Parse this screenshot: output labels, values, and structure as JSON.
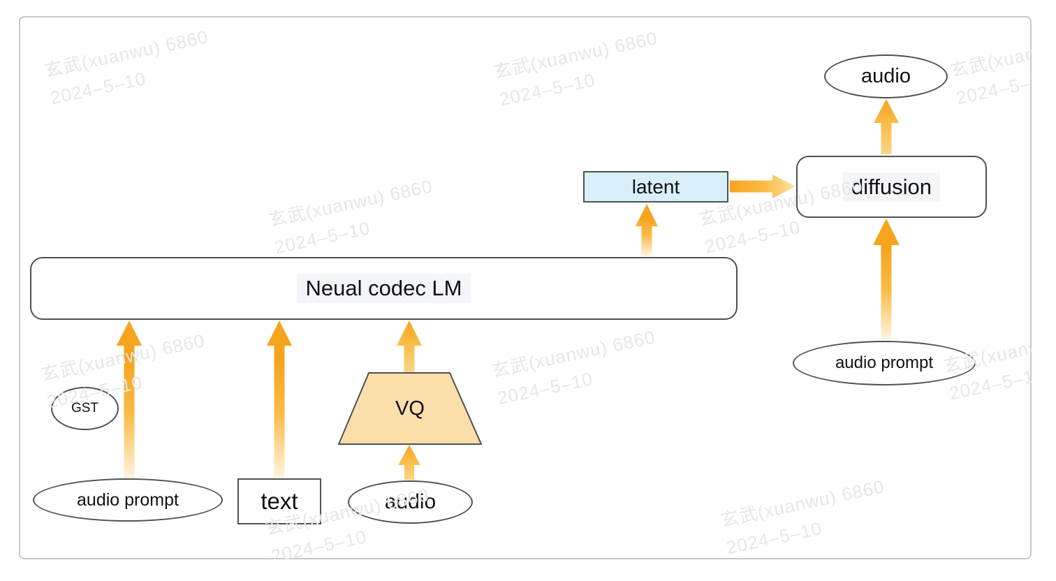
{
  "nodes": {
    "lm": "Neual codec LM",
    "latent": "latent",
    "diffusion": "diffusion",
    "audio_out": "audio",
    "audio_prompt_right": "audio prompt",
    "gst": "GST",
    "audio_prompt_left": "audio prompt",
    "text": "text",
    "vq": "VQ",
    "audio_in": "audio"
  },
  "watermark": {
    "line1": "玄武(xuanwu) 6860",
    "line2": "2024–5–10"
  },
  "colors": {
    "arrow_strong": "#F6A41D",
    "arrow_mid": "#FBBC49",
    "arrow_pale": "#FEF5E0",
    "arrow_pale_short": "#FBD488",
    "arrow_pale_h": "#FBE3A6",
    "vq_fill": "#FBDFAB",
    "latent_fill": "#D8EFF9",
    "shape_border": "#505052",
    "frame_border": "#C6C7CA",
    "label_bg": "#F4F5F8",
    "watermark": "#E5E6E9"
  }
}
